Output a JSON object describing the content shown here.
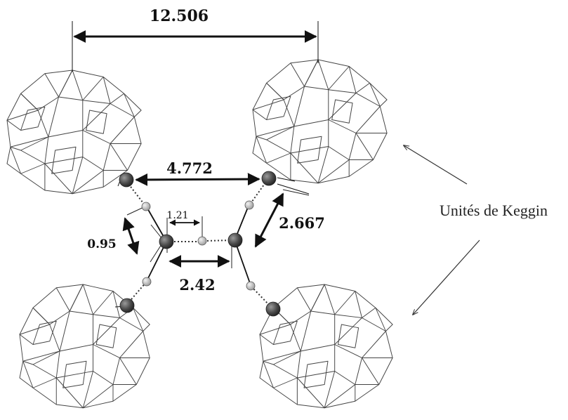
{
  "labels": {
    "top_distance": "12.506",
    "metal_distance": "4.772",
    "hh_distance": "1.21",
    "oh_distance": "0.95",
    "oo_long_distance": "2.667",
    "oo_short_distance": "2.42",
    "keggin_units": "Unités de Keggin"
  },
  "colors": {
    "atom_large": "#555555",
    "atom_small": "#bdbdbd",
    "line": "#111111",
    "polyhedra": "#444444"
  }
}
